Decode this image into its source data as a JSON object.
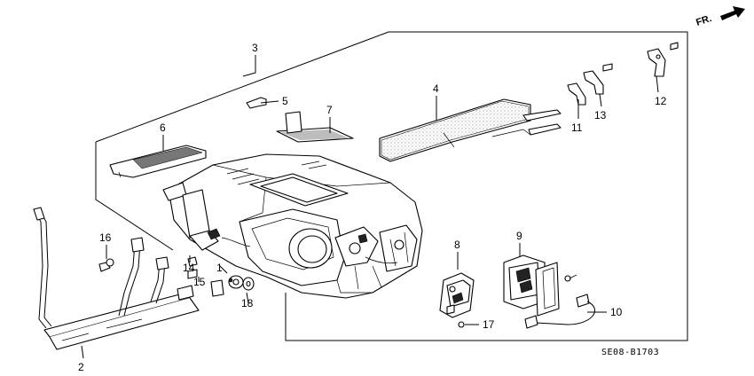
{
  "direction_label": "FR.",
  "diagram_code": "SE08-B1703",
  "callouts": {
    "c1": "1",
    "c2": "2",
    "c3": "3",
    "c4": "4",
    "c5": "5",
    "c6": "6",
    "c7": "7",
    "c8": "8",
    "c9": "9",
    "c10": "10",
    "c11": "11",
    "c12": "12",
    "c13": "13",
    "c14": "14",
    "c15": "15",
    "c16": "16",
    "c17": "17",
    "c18": "18"
  }
}
